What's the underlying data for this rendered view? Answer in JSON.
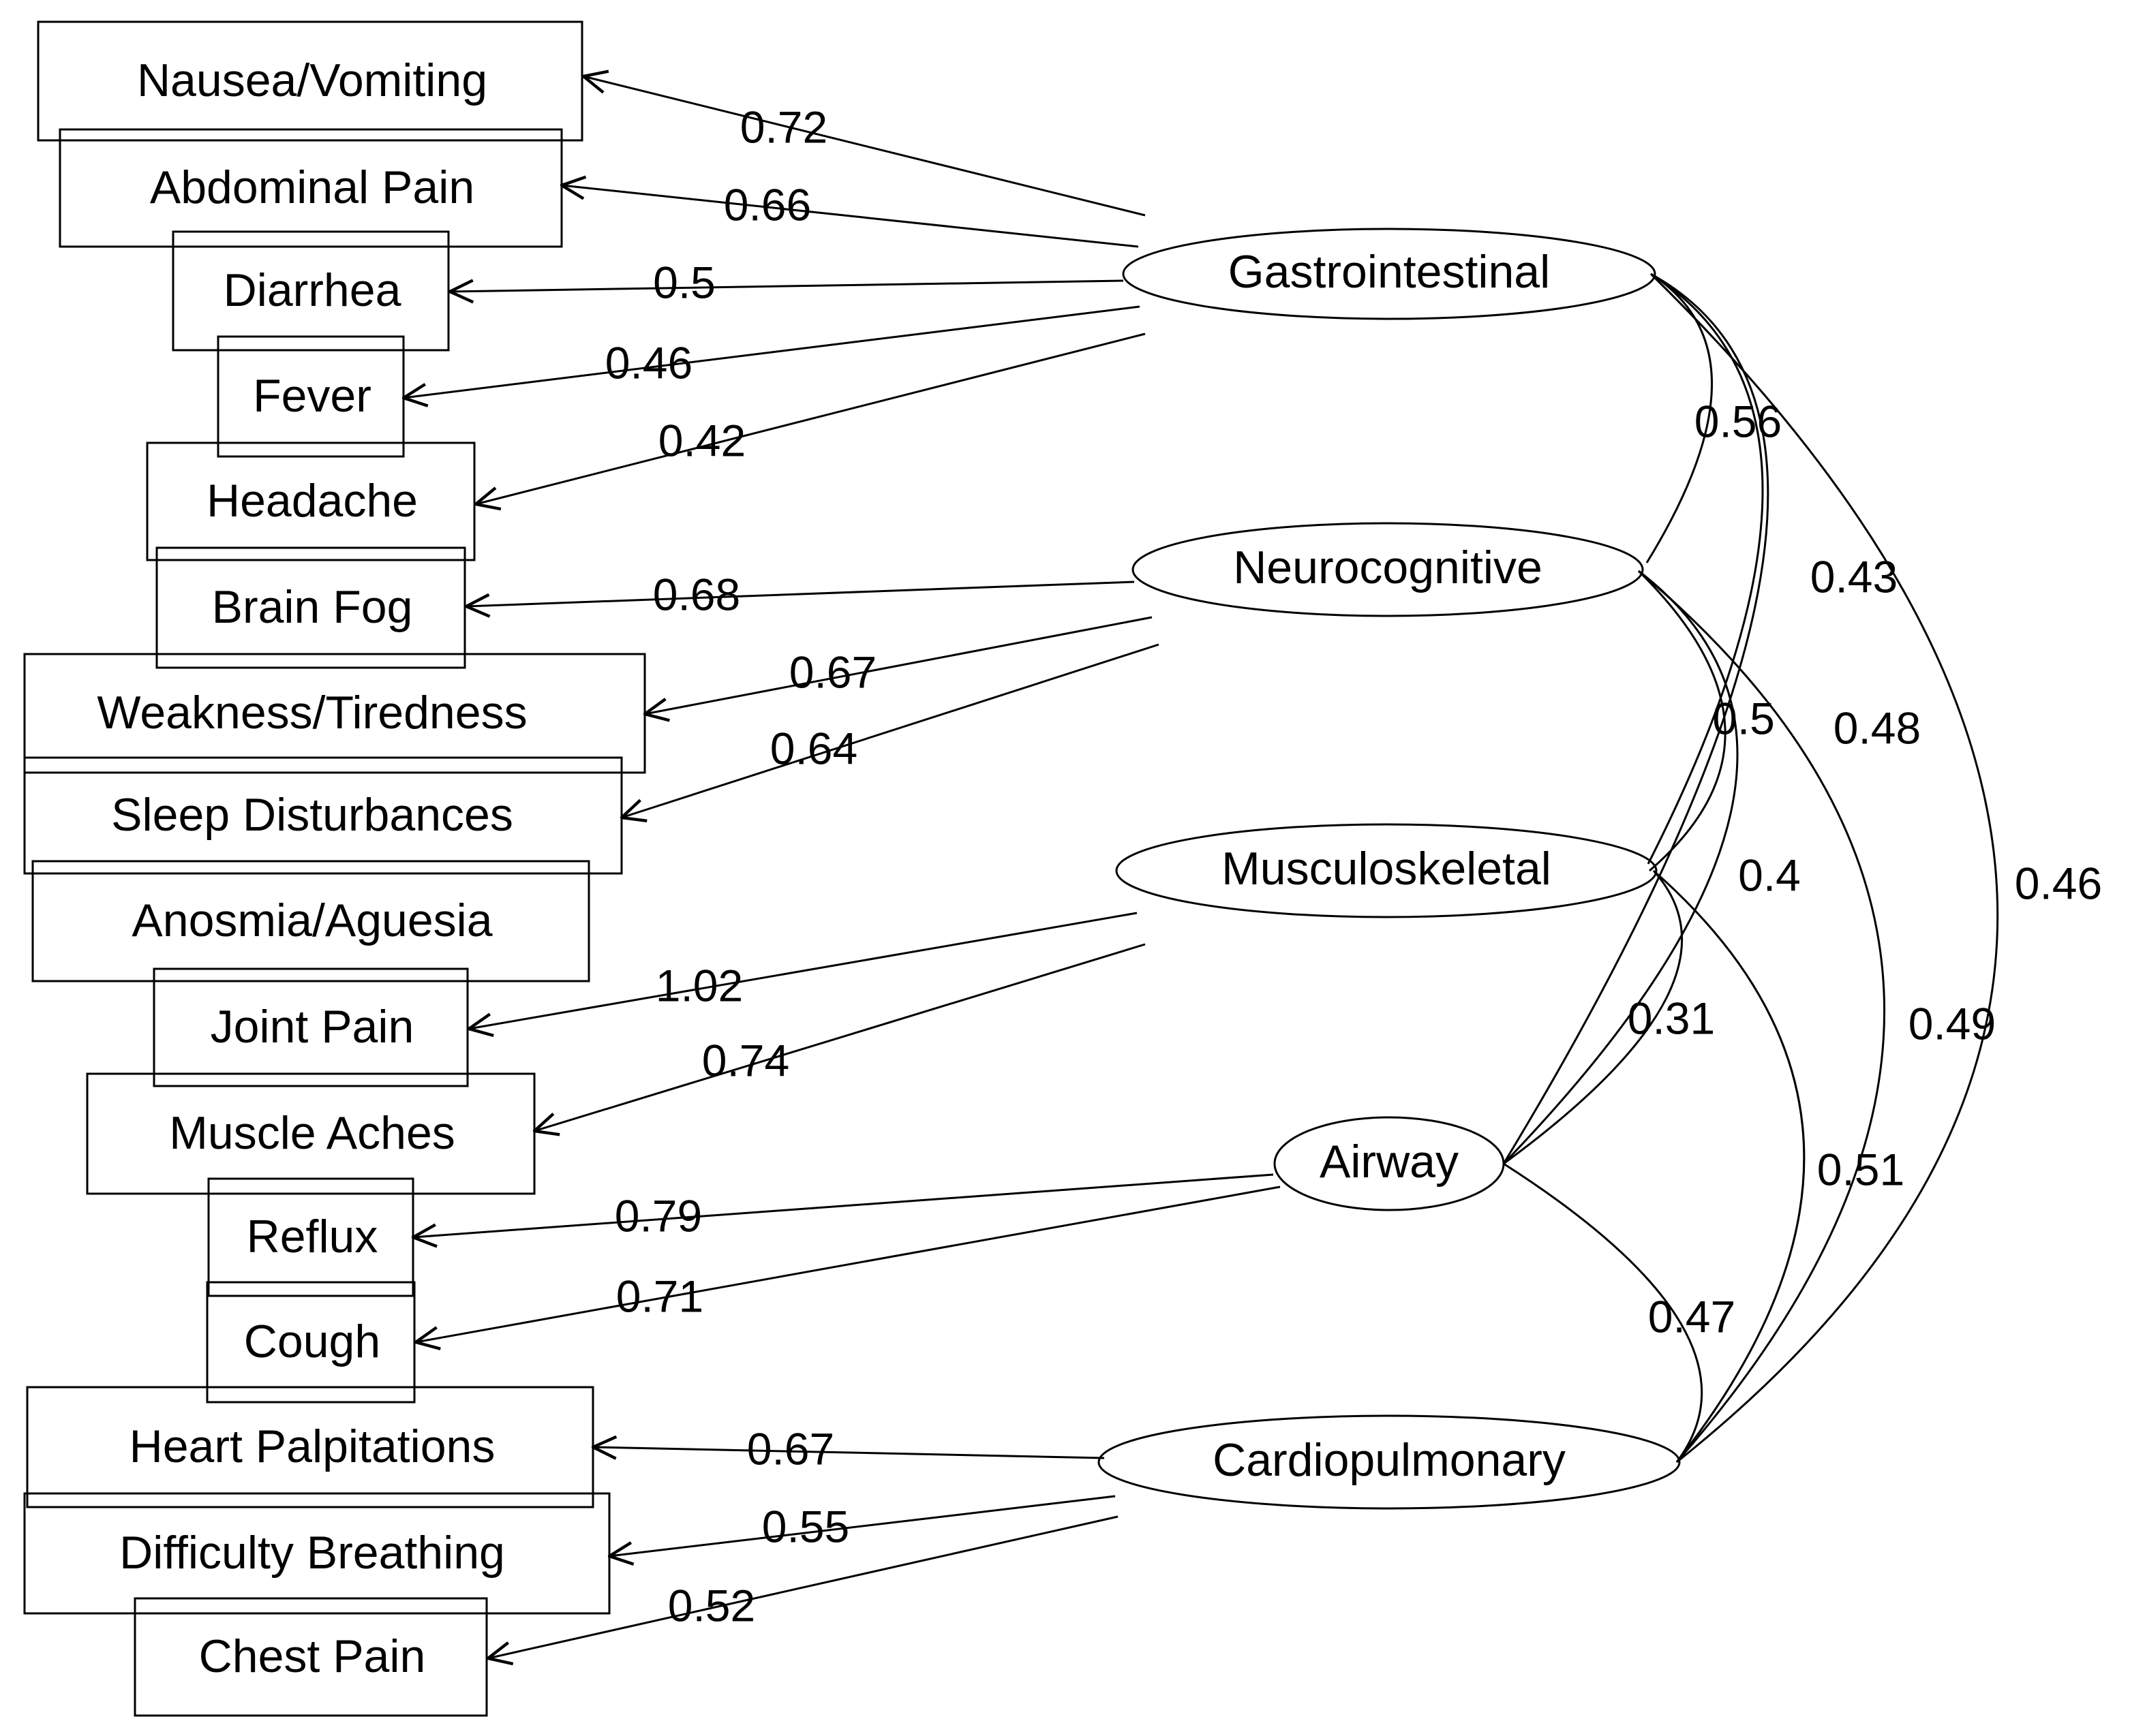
{
  "indicators": [
    {
      "id": "nausea",
      "label": "Nausea/Vomiting"
    },
    {
      "id": "abdominal",
      "label": "Abdominal Pain"
    },
    {
      "id": "diarrhea",
      "label": "Diarrhea"
    },
    {
      "id": "fever",
      "label": "Fever"
    },
    {
      "id": "headache",
      "label": "Headache"
    },
    {
      "id": "brainfog",
      "label": "Brain Fog"
    },
    {
      "id": "weakness",
      "label": "Weakness/Tiredness"
    },
    {
      "id": "sleep",
      "label": "Sleep Disturbances"
    },
    {
      "id": "anosmia",
      "label": "Anosmia/Aguesia"
    },
    {
      "id": "joint",
      "label": "Joint Pain"
    },
    {
      "id": "muscle",
      "label": "Muscle Aches"
    },
    {
      "id": "reflux",
      "label": "Reflux"
    },
    {
      "id": "cough",
      "label": "Cough"
    },
    {
      "id": "heart",
      "label": "Heart Palpitations"
    },
    {
      "id": "breathing",
      "label": "Difficulty Breathing"
    },
    {
      "id": "chest",
      "label": "Chest Pain"
    }
  ],
  "factors": [
    {
      "id": "gi",
      "label": "Gastrointestinal"
    },
    {
      "id": "neuro",
      "label": "Neurocognitive"
    },
    {
      "id": "msk",
      "label": "Musculoskeletal"
    },
    {
      "id": "airway",
      "label": "Airway"
    },
    {
      "id": "cardio",
      "label": "Cardiopulmonary"
    }
  ],
  "loadings": [
    {
      "factor": "gi",
      "indicator": "nausea",
      "value": "0.72"
    },
    {
      "factor": "gi",
      "indicator": "abdominal",
      "value": "0.66"
    },
    {
      "factor": "gi",
      "indicator": "diarrhea",
      "value": "0.5"
    },
    {
      "factor": "gi",
      "indicator": "fever",
      "value": "0.46"
    },
    {
      "factor": "gi",
      "indicator": "headache",
      "value": "0.42"
    },
    {
      "factor": "neuro",
      "indicator": "brainfog",
      "value": "0.68"
    },
    {
      "factor": "neuro",
      "indicator": "weakness",
      "value": "0.67"
    },
    {
      "factor": "neuro",
      "indicator": "sleep",
      "value": "0.64"
    },
    {
      "factor": "msk",
      "indicator": "joint",
      "value": "1.02"
    },
    {
      "factor": "msk",
      "indicator": "muscle",
      "value": "0.74"
    },
    {
      "factor": "airway",
      "indicator": "reflux",
      "value": "0.79"
    },
    {
      "factor": "airway",
      "indicator": "cough",
      "value": "0.71"
    },
    {
      "factor": "cardio",
      "indicator": "heart",
      "value": "0.67"
    },
    {
      "factor": "cardio",
      "indicator": "breathing",
      "value": "0.55"
    },
    {
      "factor": "cardio",
      "indicator": "chest",
      "value": "0.52"
    }
  ],
  "correlations": [
    {
      "from": "gi",
      "to": "neuro",
      "value": "0.56"
    },
    {
      "from": "gi",
      "to": "msk",
      "value": "0.43"
    },
    {
      "from": "gi",
      "to": "airway",
      "value": "0.48"
    },
    {
      "from": "gi",
      "to": "cardio",
      "value": "0.46"
    },
    {
      "from": "neuro",
      "to": "msk",
      "value": "0.5"
    },
    {
      "from": "neuro",
      "to": "airway",
      "value": "0.4"
    },
    {
      "from": "neuro",
      "to": "cardio",
      "value": "0.49"
    },
    {
      "from": "msk",
      "to": "airway",
      "value": "0.31"
    },
    {
      "from": "msk",
      "to": "cardio",
      "value": "0.51"
    },
    {
      "from": "airway",
      "to": "cardio",
      "value": "0.47"
    }
  ]
}
